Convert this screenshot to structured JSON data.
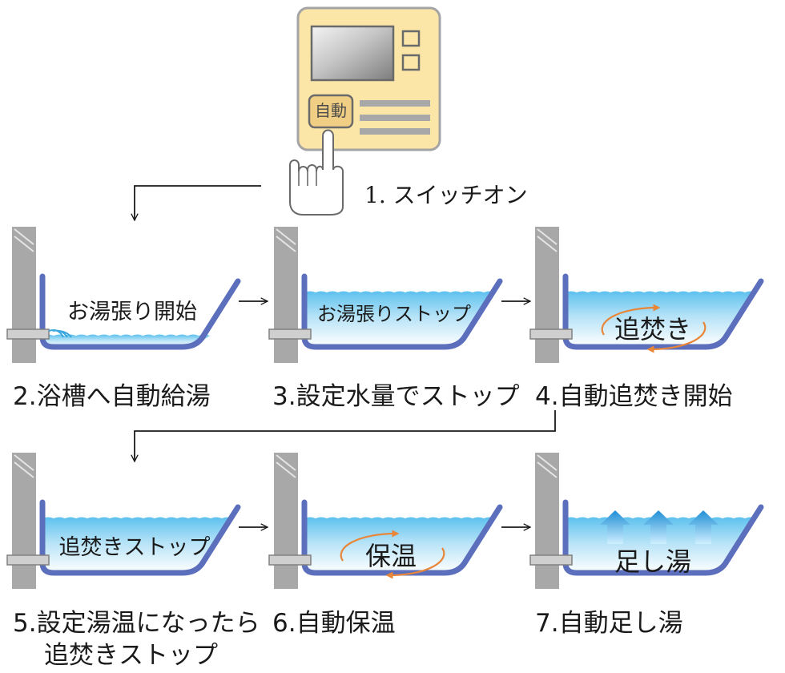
{
  "switch_caption": "1. スイッチオン",
  "control_panel": {
    "auto_button_label": "自動"
  },
  "steps": [
    {
      "caption": "2.浴槽へ自動給湯",
      "bath_label": "お湯張り開始"
    },
    {
      "caption": "3.設定水量でストップ",
      "bath_label": "お湯張りストップ"
    },
    {
      "caption": "4.自動追焚き開始",
      "bath_label": "追焚き"
    },
    {
      "caption_line1": "5.設定湯温になったら",
      "caption_line2": "追焚きストップ",
      "bath_label": "追焚きストップ"
    },
    {
      "caption": "6.自動保温",
      "bath_label": "保温"
    },
    {
      "caption": "7.自動足し湯",
      "bath_label": "足し湯"
    }
  ],
  "colors": {
    "panel_body": "#fbe6a8",
    "panel_border": "#a4a4a4",
    "tub_outline": "#5c6fbd",
    "water_top": "#4fb9ea",
    "water_bottom": "#ffffff",
    "wall": "#a8a8a8",
    "arrow_orange": "#e8863a",
    "up_arrow": "#2e9fe0"
  },
  "icons": [
    "pointing-hand-icon",
    "down-arrow-icon",
    "right-arrow-icon",
    "circulation-arrows-icon",
    "up-arrow-icon"
  ]
}
